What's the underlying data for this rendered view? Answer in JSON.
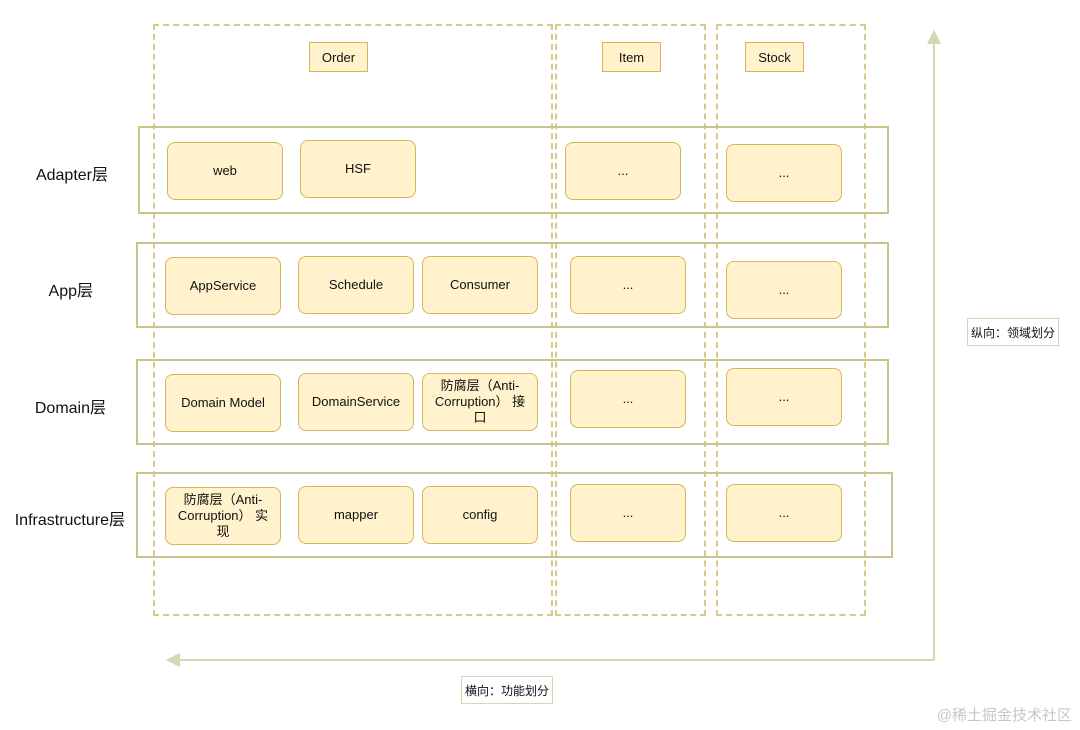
{
  "columns": [
    {
      "title": "Order"
    },
    {
      "title": "Item"
    },
    {
      "title": "Stock"
    }
  ],
  "rows": [
    {
      "label": "Adapter层",
      "order_boxes": [
        "web",
        "HSF"
      ],
      "item_box": "...",
      "stock_box": "..."
    },
    {
      "label": "App层",
      "order_boxes": [
        "AppService",
        "Schedule",
        "Consumer"
      ],
      "item_box": "...",
      "stock_box": "..."
    },
    {
      "label": "Domain层",
      "order_boxes": [
        "Domain Model",
        "DomainService",
        "防腐层（Anti-Corruption） 接口"
      ],
      "item_box": "...",
      "stock_box": "..."
    },
    {
      "label": "Infrastructure层",
      "order_boxes": [
        "防腐层（Anti-Corruption） 实现",
        "mapper",
        "config"
      ],
      "item_box": "...",
      "stock_box": "..."
    }
  ],
  "notes": {
    "vertical": "纵向：领域划分",
    "horizontal": "横向：功能划分"
  },
  "watermark": "@稀土掘金技术社区",
  "colors": {
    "box_fill": "#fff2cc",
    "box_border": "#d6b656",
    "column_dash": "#d6c98a",
    "row_border": "#c9c48a",
    "arrow": "#d6d6b0"
  }
}
